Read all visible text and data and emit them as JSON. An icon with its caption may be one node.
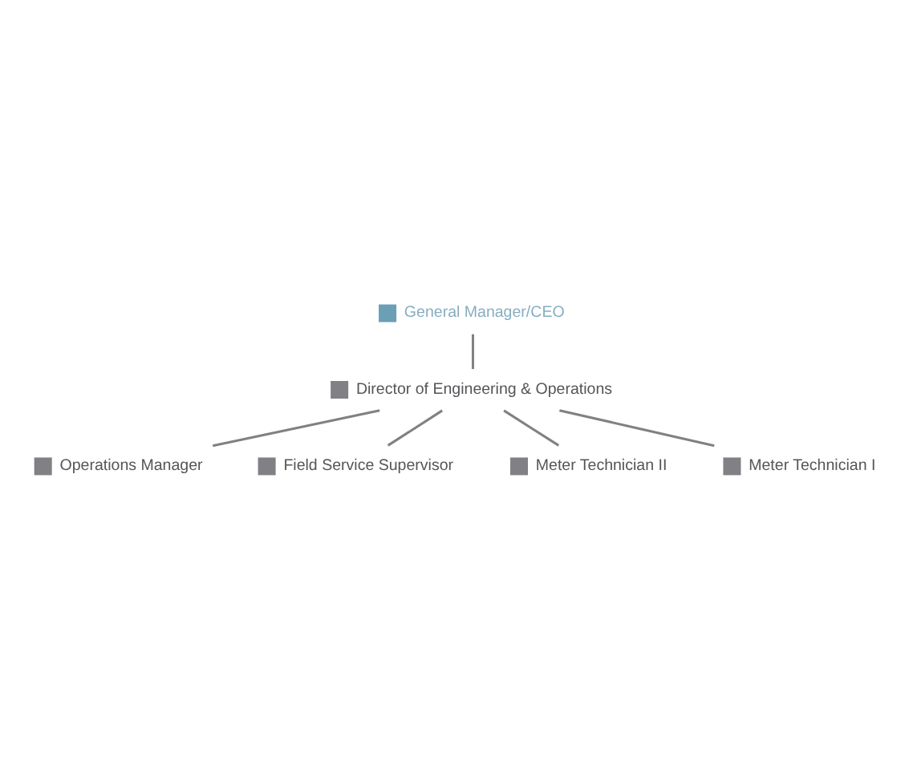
{
  "diagram": {
    "nodes": [
      {
        "text": [
          "General Manager/CEO"
        ]
      },
      {
        "text": [
          "Director of Engineering & Operations"
        ]
      },
      {
        "text": [
          "Operations Manager"
        ]
      },
      {
        "text": [
          "Field Service Supervisor"
        ]
      },
      {
        "text": [
          "Meter Technician II"
        ]
      },
      {
        "text": [
          "Meter Technician I"
        ]
      }
    ],
    "edges": [
      {
        "from": 0,
        "to": 1,
        "arrow": "none"
      },
      {
        "from": 1,
        "to": 2,
        "arrow": "none"
      },
      {
        "from": 1,
        "to": 3,
        "arrow": "none"
      },
      {
        "from": 1,
        "to": 4,
        "arrow": "none"
      },
      {
        "from": 1,
        "to": 5,
        "arrow": "none"
      }
    ]
  }
}
